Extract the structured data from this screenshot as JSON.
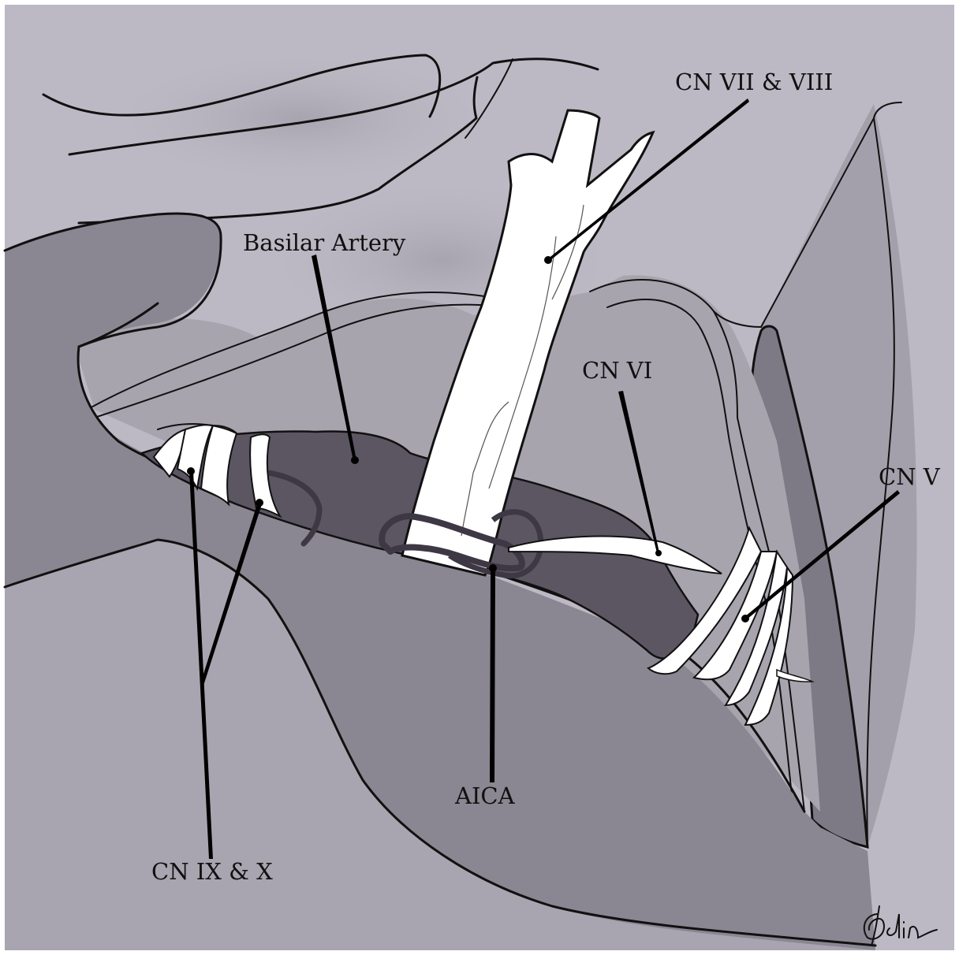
{
  "labels": {
    "cn_vii_viii": "CN VII & VIII",
    "basilar_artery": "Basilar Artery",
    "cn_vi": "CN VI",
    "cn_v": "CN V",
    "aica": "AICA",
    "cn_ix_x": "CN IX & X"
  },
  "colors": {
    "background": "#bdb9c4",
    "mid_tissue": "#8a8792",
    "dark_tissue": "#7d7a85",
    "lighter_tissue": "#a8a4ae",
    "vessel": "#5c5663",
    "nerve": "#ffffff",
    "outline": "#111111"
  }
}
